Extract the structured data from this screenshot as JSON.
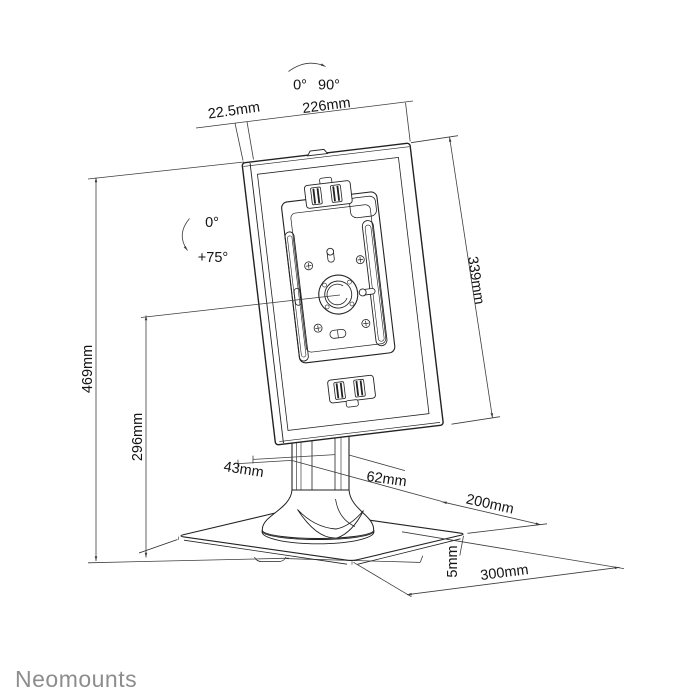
{
  "drawing": {
    "type": "product-dimensional-drawing",
    "labels": {
      "rotation_start": "0°",
      "rotation_end": "90°",
      "top_offset": "22.5mm",
      "top_width": "226mm",
      "holder_height": "339mm",
      "total_height": "469mm",
      "pivot_height": "296mm",
      "tilt_start": "0°",
      "tilt_end": "+75°",
      "pole_inner_width": "43mm",
      "pole_outer_width": "62mm",
      "base_depth": "200mm",
      "base_width": "300mm",
      "base_thickness": "5mm"
    },
    "brand": "Neomounts",
    "colors": {
      "object_line": "#222222",
      "dimension_line": "#3d3d3d",
      "text": "#141414",
      "brand_text": "#8d8d8d",
      "background": "#ffffff"
    }
  }
}
